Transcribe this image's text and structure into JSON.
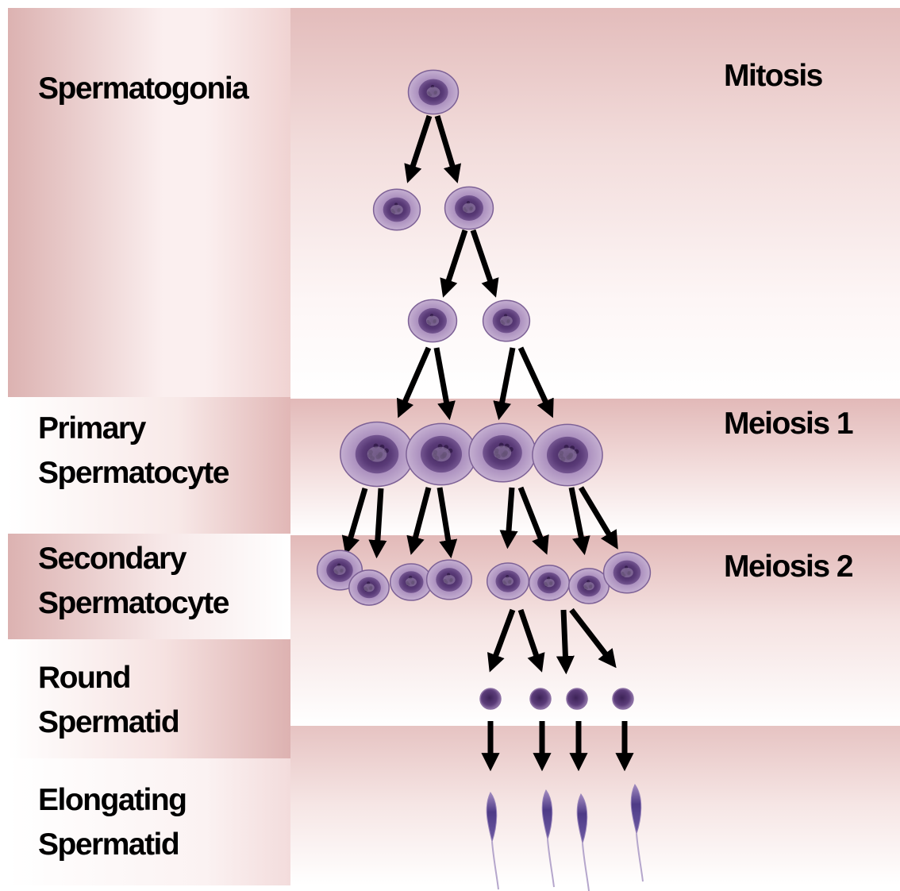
{
  "stages": [
    {
      "id": "spermatogonia",
      "lines": [
        "Spermatogonia"
      ]
    },
    {
      "id": "primary-spermatocyte",
      "lines": [
        "Primary",
        "Spermatocyte"
      ]
    },
    {
      "id": "secondary-spermatocyte",
      "lines": [
        "Secondary",
        "Spermatocyte"
      ]
    },
    {
      "id": "round-spermatid",
      "lines": [
        "Round",
        "Spermatid"
      ]
    },
    {
      "id": "elongating-spermatid",
      "lines": [
        "Elongating",
        "Spermatid"
      ]
    }
  ],
  "phases": {
    "mitosis": "Mitosis",
    "meiosis1": "Meiosis 1",
    "meiosis2": "Meiosis 2"
  },
  "colors": {
    "band": "#e2b9b8",
    "cell_light": "#b49ac4",
    "cell_dark": "#4e2f6a",
    "arrow": "#000000"
  }
}
